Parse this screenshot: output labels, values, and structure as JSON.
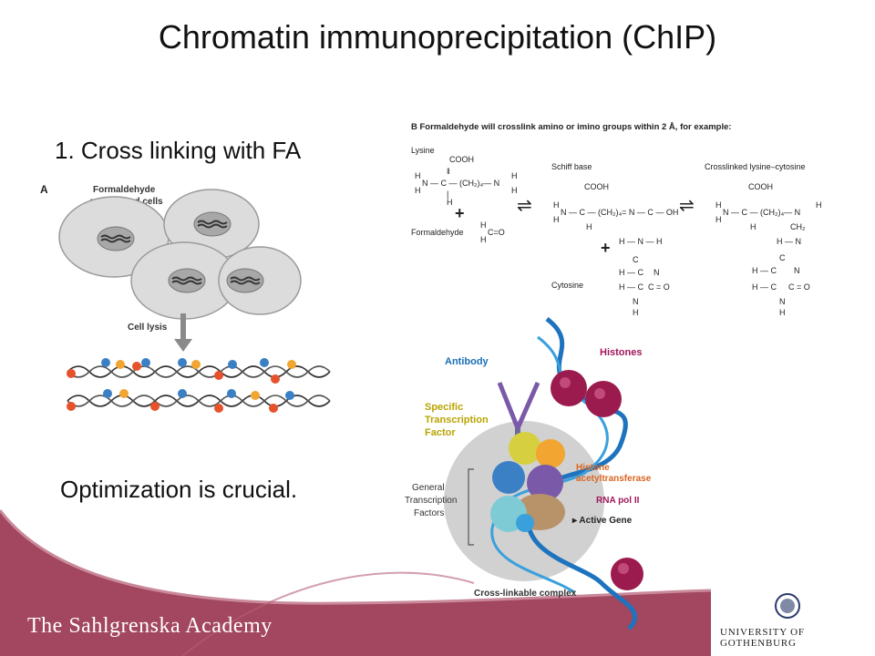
{
  "slide": {
    "title": "Chromatin immunoprecipitation (ChIP)",
    "subtitle": "1. Cross linking with FA",
    "note": "Optimization is crucial."
  },
  "panel_a": {
    "letter": "A",
    "cells_label_1": "Formaldehyde",
    "cells_label_2": "crosslinked cells",
    "lysis_label": "Cell lysis"
  },
  "panel_b": {
    "header": "B  Formaldehyde will crosslink amino or imino groups within 2 Å, for example:",
    "lysine": "Lysine",
    "formaldehyde": "Formaldehyde",
    "schiff_base": "Schiff base",
    "crosslinked": "Crosslinked lysine–cytosine",
    "cytosine": "Cytosine",
    "cooh": "COOH",
    "ch2_4": "(CH₂)₄",
    "ch2": "CH₂"
  },
  "panel_c": {
    "antibody": "Antibody",
    "histones": "Histones",
    "specific_tf_1": "Specific",
    "specific_tf_2": "Transcription",
    "specific_tf_3": "Factor",
    "hat_1": "Histone",
    "hat_2": "acetyltransferase",
    "general_1": "General",
    "general_2": "Transcription",
    "general_3": "Factors",
    "rna_pol": "RNA pol II",
    "active_gene": "▸ Active Gene",
    "complex": "Cross-linkable complex"
  },
  "footer": {
    "academy": "The Sahlgrenska Academy",
    "university": "UNIVERSITY OF GOTHENBURG"
  },
  "colors": {
    "band": "#a2475f",
    "band_light": "#c07a8c",
    "dna_blue": "#1e73be",
    "histone": "#9b1b4f",
    "label_blue": "#1a6fb5",
    "label_yellow": "#b8a400",
    "label_orange": "#d9661f",
    "label_magenta": "#a0185a"
  }
}
